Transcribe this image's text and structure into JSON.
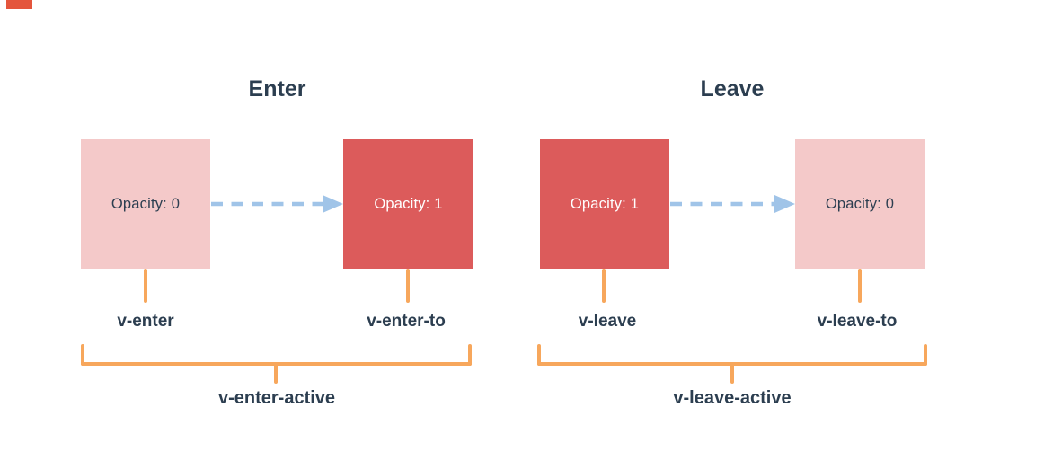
{
  "colors": {
    "background": "#ffffff",
    "text-navy": "#2c3e50",
    "box-red": "#dc5b5b",
    "box-pink": "#f4c9c9",
    "accent-orange": "#f7a75c",
    "arrow-blue": "#a0c4e8",
    "artifact-red": "#e4553c"
  },
  "sections": [
    {
      "heading": "Enter",
      "boxes": [
        {
          "opacity_label": "Opacity: 0",
          "variant": "pink",
          "class_name": "v-enter"
        },
        {
          "opacity_label": "Opacity: 1",
          "variant": "red",
          "class_name": "v-enter-to"
        }
      ],
      "active_class_name": "v-enter-active"
    },
    {
      "heading": "Leave",
      "boxes": [
        {
          "opacity_label": "Opacity: 1",
          "variant": "red",
          "class_name": "v-leave"
        },
        {
          "opacity_label": "Opacity: 0",
          "variant": "pink",
          "class_name": "v-leave-to"
        }
      ],
      "active_class_name": "v-leave-active"
    }
  ]
}
